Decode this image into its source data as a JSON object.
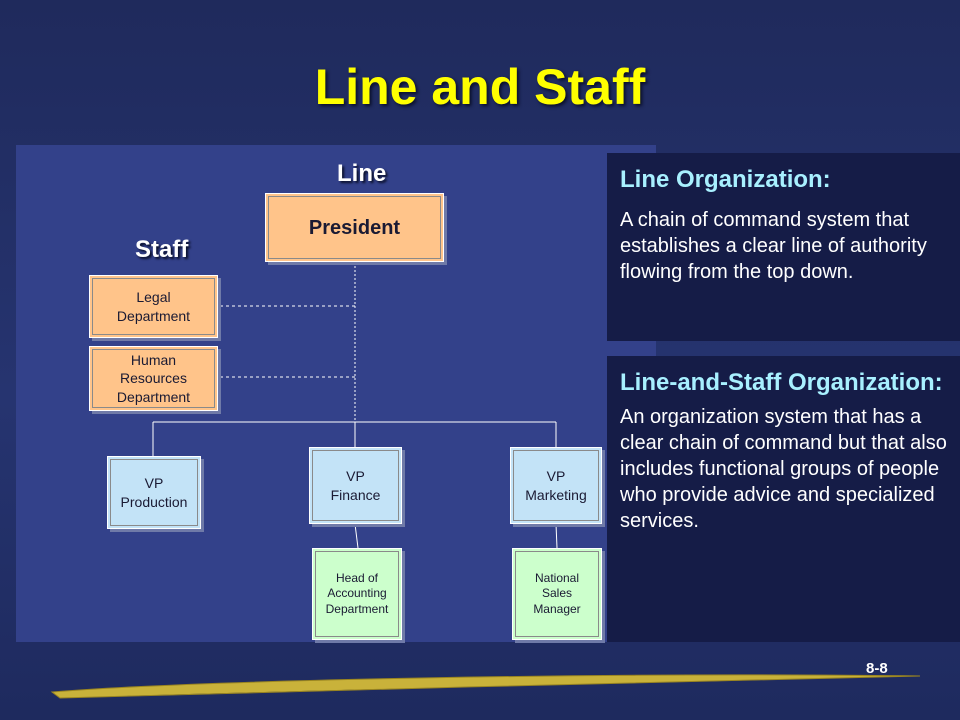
{
  "slide": {
    "title": "Line and Staff",
    "slide_number": "8-8"
  },
  "diagram": {
    "line_label": "Line",
    "staff_label": "Staff",
    "president": "President",
    "legal": [
      "Legal",
      "Department"
    ],
    "hr": [
      "Human",
      "Resources",
      "Department"
    ],
    "vp_production": [
      "VP",
      "Production"
    ],
    "vp_finance": [
      "VP",
      "Finance"
    ],
    "vp_marketing": [
      "VP",
      "Marketing"
    ],
    "head_accounting": [
      "Head of",
      "Accounting",
      "Department"
    ],
    "national_sales": [
      "National",
      "Sales",
      "Manager"
    ]
  },
  "definitions": {
    "line_org": {
      "heading": "Line Organization:",
      "body": "A chain of command system that establishes a clear line of authority flowing from the top down."
    },
    "line_staff_org": {
      "heading": "Line-and-Staff Organization:",
      "body": "An organization system that has a clear chain of command but that also includes functional groups of people who provide advice and specialized services."
    }
  },
  "colors": {
    "title": "#ffff00",
    "staff_box": "#ffc48a",
    "vp_box": "#c3e3f7",
    "sub_box": "#ccffcc",
    "panel_heading": "#a8f0ff",
    "footer_swoosh": "#c9b23a"
  }
}
